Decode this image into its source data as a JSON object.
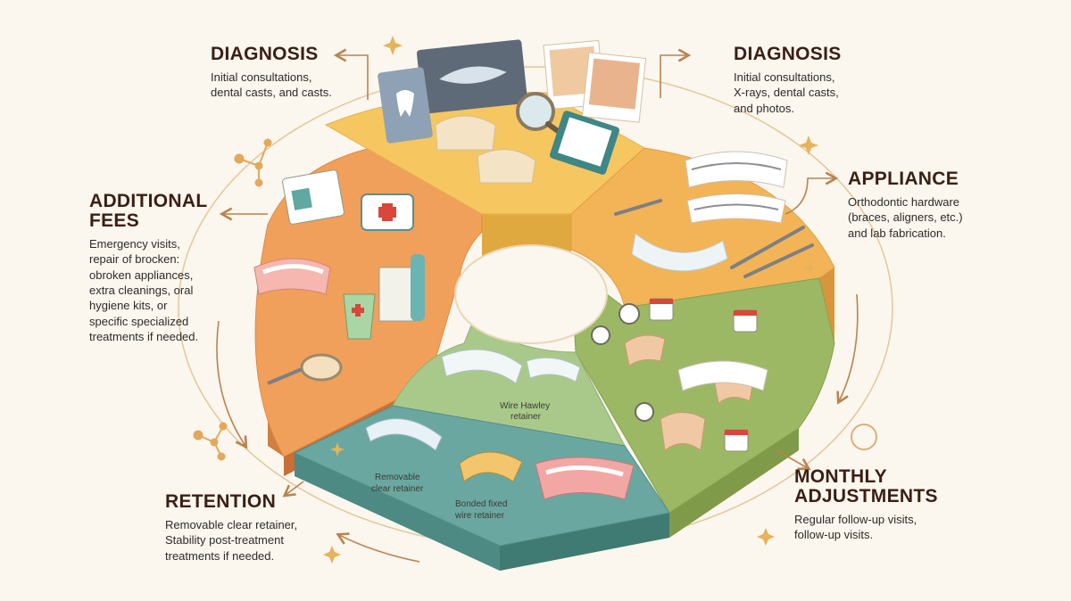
{
  "sections": {
    "diagnosis_left": {
      "title": "DIAGNOSIS",
      "body": "Initial consultations,\ndental casts, and casts."
    },
    "diagnosis_right": {
      "title": "DIAGNOSIS",
      "body": "Initial consultations,\nX-rays, dental casts,\nand photos."
    },
    "appliance": {
      "title": "APPLIANCE",
      "body": "Orthodontic hardware\n(braces, aligners, etc.)\nand lab fabrication."
    },
    "additional_fees": {
      "title": "ADDITIONAL\nFEES",
      "body": "Emergency visits,\nrepair of brocken:\nobroken appliances,\nextra cleanings, oral\nhygiene kits, or\nspecific specialized\ntreatments if needed."
    },
    "retention": {
      "title": "RETENTION",
      "body": "Removable clear retainer,\nStability post-treatment\ntreatments if needed."
    },
    "monthly_adjustments": {
      "title": "MONTHLY\nADJUSTMENTS",
      "body": "Regular follow-up visits,\nfollow-up visits."
    }
  },
  "inline_labels": {
    "wire_hawley": [
      "Wire Hawley",
      "retainer"
    ],
    "removable_clear": [
      "Removable",
      "clear retainer"
    ],
    "bonded_fixed": [
      "Bonded fixed",
      "wire retainer"
    ]
  },
  "colors": {
    "diagnosis": "#f6c760",
    "appliance": "#f2b456",
    "additional_fees": "#f0a05a",
    "retention": "#6aa7a0",
    "wire_retainer": "#a9c98a",
    "monthly_adjustments": "#9db865",
    "arrow": "#c08a52"
  }
}
